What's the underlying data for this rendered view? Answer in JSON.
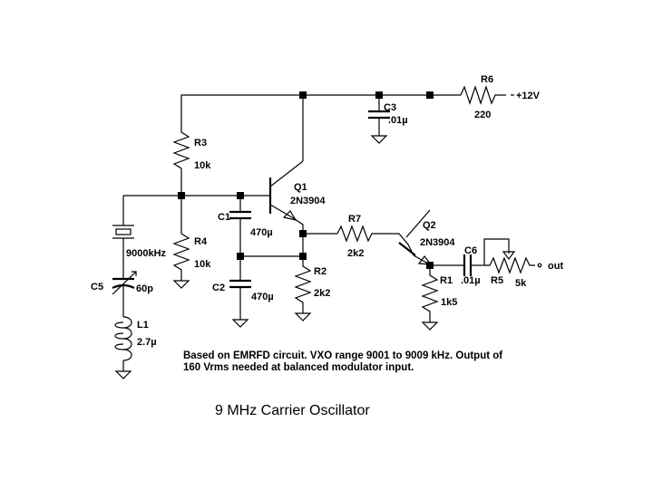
{
  "components": {
    "r6": {
      "ref": "R6",
      "value": "220"
    },
    "supply": {
      "label": "+12V"
    },
    "c3": {
      "ref": "C3",
      "value": ".01µ"
    },
    "r3": {
      "ref": "R3",
      "value": "10k"
    },
    "q1": {
      "ref": "Q1",
      "value": "2N3904"
    },
    "c1": {
      "ref": "C1",
      "value": "470µ"
    },
    "r4": {
      "ref": "R4",
      "value": "10k"
    },
    "xtal": {
      "value": "9000kHz"
    },
    "c5": {
      "ref": "C5",
      "value": "60p"
    },
    "c2": {
      "ref": "C2",
      "value": "470µ"
    },
    "r2": {
      "ref": "R2",
      "value": "2k2"
    },
    "r7": {
      "ref": "R7",
      "value": "2k2"
    },
    "q2": {
      "ref": "Q2",
      "value": "2N3904"
    },
    "c6": {
      "ref": "C6",
      "value": ".01µ"
    },
    "r1": {
      "ref": "R1",
      "value": "1k5"
    },
    "r5": {
      "ref": "R5",
      "value": "5k"
    },
    "l1": {
      "ref": "L1",
      "value": "2.7µ"
    },
    "out": {
      "label": "out"
    }
  },
  "note": {
    "line1": "Based on EMRFD circuit.  VXO range 9001 to 9009 kHz.  Output of",
    "line2": "160 Vrms needed at balanced modulator input."
  },
  "title": "9 MHz Carrier Oscillator"
}
